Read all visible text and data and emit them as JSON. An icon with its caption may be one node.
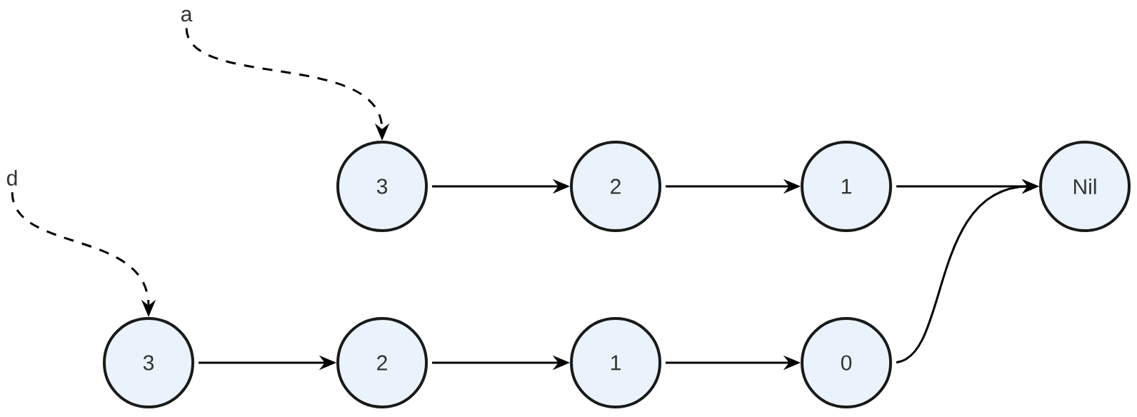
{
  "diagram": {
    "nodes": [
      {
        "text": [
          "a"
        ]
      },
      {
        "text": [
          "d"
        ]
      },
      {
        "text": [
          "3"
        ]
      },
      {
        "text": [
          "2"
        ]
      },
      {
        "text": [
          "1"
        ]
      },
      {
        "text": [
          "Nil"
        ]
      },
      {
        "text": [
          "3"
        ]
      },
      {
        "text": [
          "2"
        ]
      },
      {
        "text": [
          "1"
        ]
      },
      {
        "text": [
          "0"
        ]
      }
    ],
    "edges": [
      {
        "from": 0,
        "to": 2,
        "arrow": "to",
        "style": "dashed"
      },
      {
        "from": 1,
        "to": 6,
        "arrow": "to",
        "style": "dashed"
      },
      {
        "from": 2,
        "to": 3,
        "arrow": "to"
      },
      {
        "from": 3,
        "to": 4,
        "arrow": "to"
      },
      {
        "from": 4,
        "to": 5,
        "arrow": "to"
      },
      {
        "from": 6,
        "to": 7,
        "arrow": "to"
      },
      {
        "from": 7,
        "to": 8,
        "arrow": "to"
      },
      {
        "from": 8,
        "to": 9,
        "arrow": "to"
      },
      {
        "from": 9,
        "to": 5,
        "arrow": "to"
      }
    ]
  }
}
